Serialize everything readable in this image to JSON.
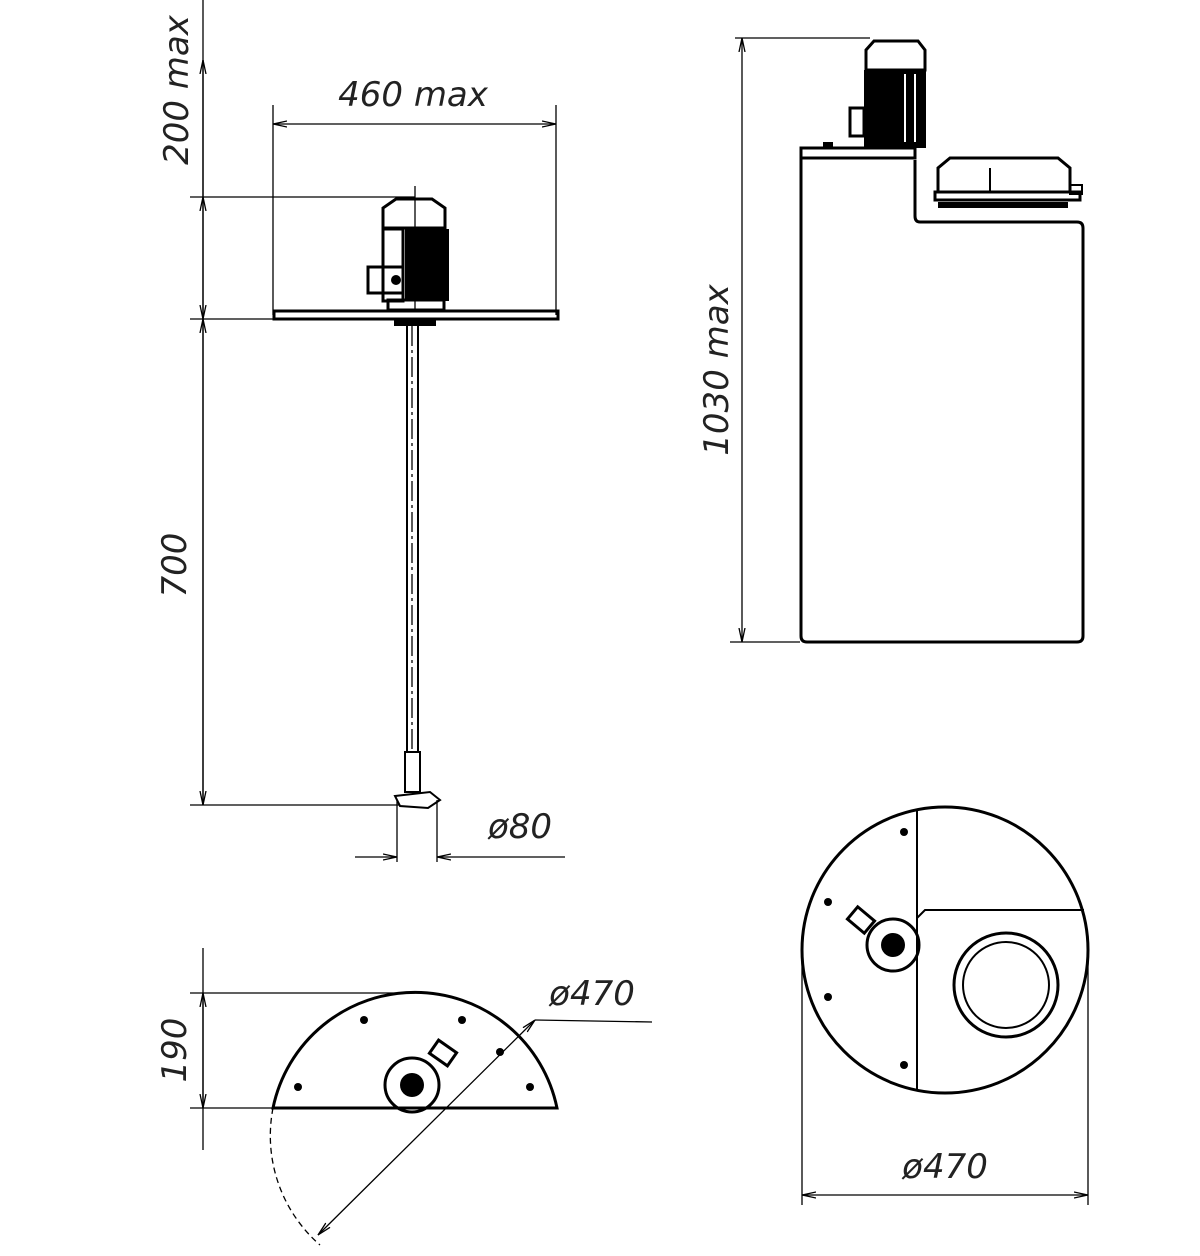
{
  "side_view": {
    "top_height": "200 max",
    "plate_width": "460 max",
    "shaft_length": "700",
    "impeller_diameter": "ø80"
  },
  "tank_view": {
    "total_height": "1030 max"
  },
  "plan_view_lid": {
    "segment_height": "190",
    "diameter": "ø470"
  },
  "plan_view_tank": {
    "diameter": "ø470"
  }
}
